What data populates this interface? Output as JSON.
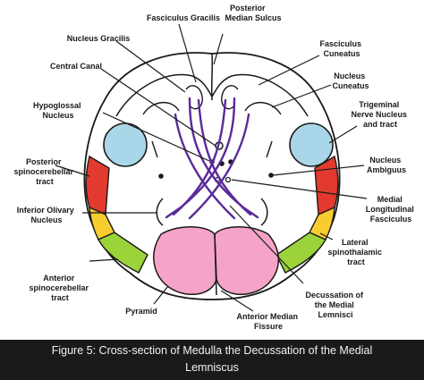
{
  "diagram": {
    "labels": {
      "fasciculus_gracilis": [
        "Fasciculus Gracilis"
      ],
      "posterior_median_sulcus": [
        "Posterior",
        "Median Sulcus"
      ],
      "nucleus_gracilis": [
        "Nucleus Gracilis"
      ],
      "fasciculus_cuneatus": [
        "Fasciculus",
        "Cuneatus"
      ],
      "central_canal": [
        "Central Canal"
      ],
      "nucleus_cuneatus": [
        "Nucleus",
        "Cuneatus"
      ],
      "hypoglossal_nucleus": [
        "Hypoglossal",
        "Nucleus"
      ],
      "trigeminal_nerve_nucleus": [
        "Trigeminal",
        "Nerve Nucleus",
        "and tract"
      ],
      "posterior_spinocerebellar": [
        "Posterior",
        "spinocerebellar",
        "tract"
      ],
      "nucleus_ambiguus": [
        "Nucleus",
        "Ambiguus"
      ],
      "inferior_olivary": [
        "Inferior Olivary",
        "Nucleus"
      ],
      "medial_longitudinal": [
        "Medial",
        "Longitudinal",
        "Fasciculus"
      ],
      "lateral_spinothalamic": [
        "Lateral",
        "spinothalamic",
        "tract"
      ],
      "anterior_spinocerebellar": [
        "Anterior",
        "spinocerebellar",
        "tract"
      ],
      "decussation_medial_lemnisci": [
        "Decussation of",
        "the Medial",
        "Lemnisci"
      ],
      "pyramid": [
        "Pyramid"
      ],
      "anterior_median_fissure": [
        "Anterior Median",
        "Fissure"
      ]
    },
    "colors": {
      "trigeminal": "#a9d6e8",
      "posterior_spinocerebellar": "#e23a2e",
      "olivary_yellow": "#f7cc2f",
      "anterior_spinocerebellar": "#9cd33a",
      "pyramid": "#f5a3c7",
      "lemniscus": "#5a2a9a",
      "outline": "#1a1a1a"
    }
  },
  "caption": {
    "line1": "Figure 5: Cross-section of Medulla the Decussation of the Medial",
    "line2": "Lemniscus"
  }
}
